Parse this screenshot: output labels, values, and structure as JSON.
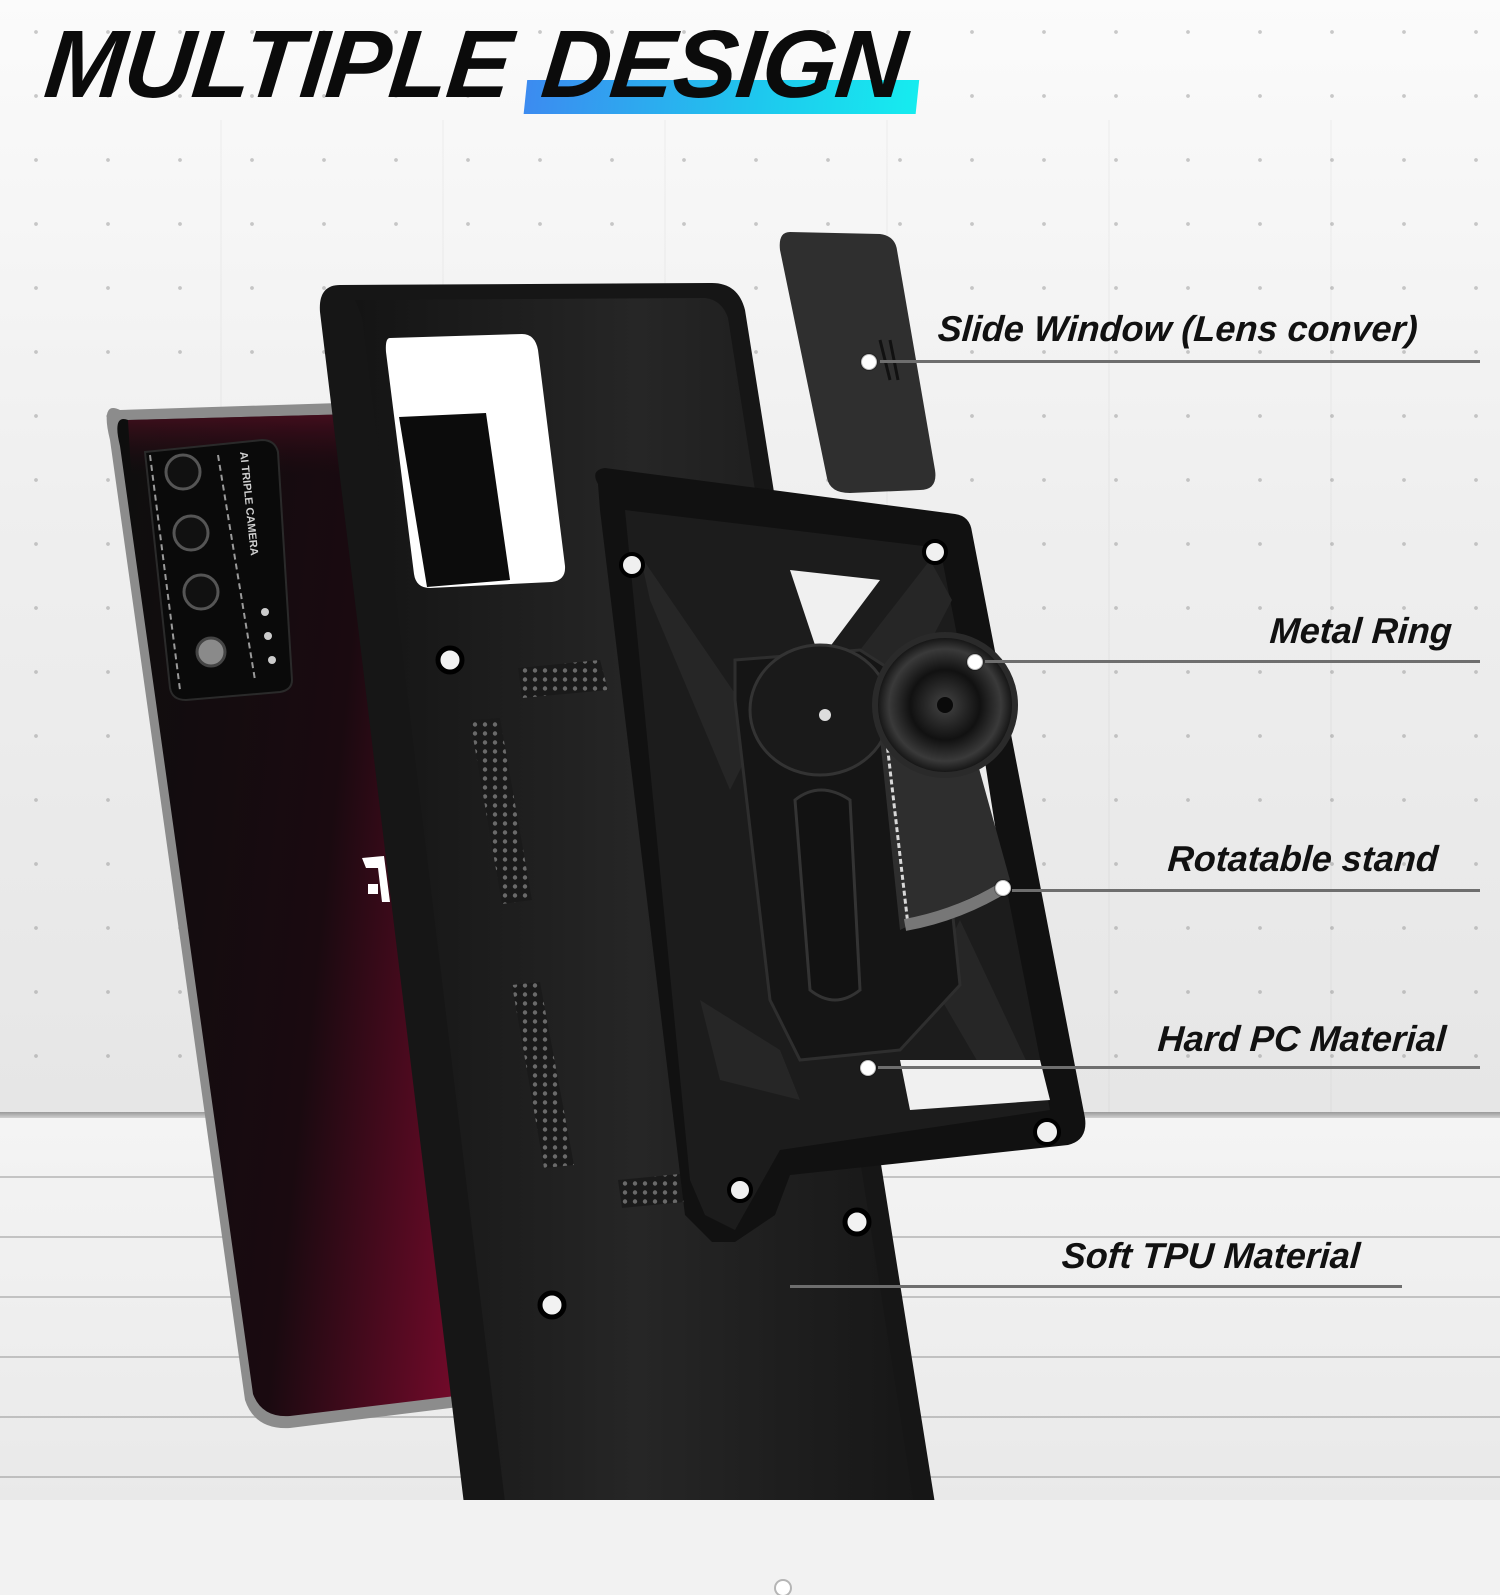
{
  "headline": {
    "word1": "MULTIPLE",
    "word2": "DESIGN",
    "highlight_gradient": [
      "#3c8bf0",
      "#16ecef"
    ]
  },
  "product": {
    "phone_color": "#8b0a2e",
    "case_color": "#1c1c1c",
    "camera_label": "AI TRIPLE CAMERA"
  },
  "callouts": [
    {
      "label": "Slide Window (Lens conver)",
      "part": "slide-window"
    },
    {
      "label": "Metal Ring",
      "part": "metal-ring"
    },
    {
      "label": "Rotatable stand",
      "part": "rotatable-stand"
    },
    {
      "label": "Hard PC Material",
      "part": "hard-pc"
    },
    {
      "label": "Soft TPU Material",
      "part": "soft-tpu"
    }
  ]
}
